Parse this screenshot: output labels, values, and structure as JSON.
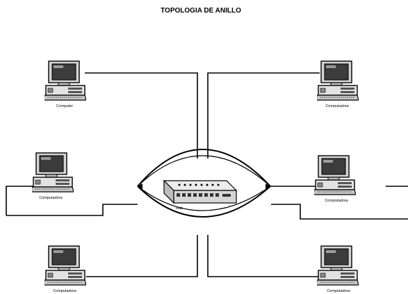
{
  "title": "TOPOLOGIA DE ANILLO",
  "hub": {
    "label": "Hub"
  },
  "computers": {
    "top_left": "Computer",
    "mid_left": "Computadora",
    "bottom_left": "Computadora",
    "top_right": "Computadora",
    "mid_right": "Computadora",
    "bottom_right": "Computadora"
  }
}
